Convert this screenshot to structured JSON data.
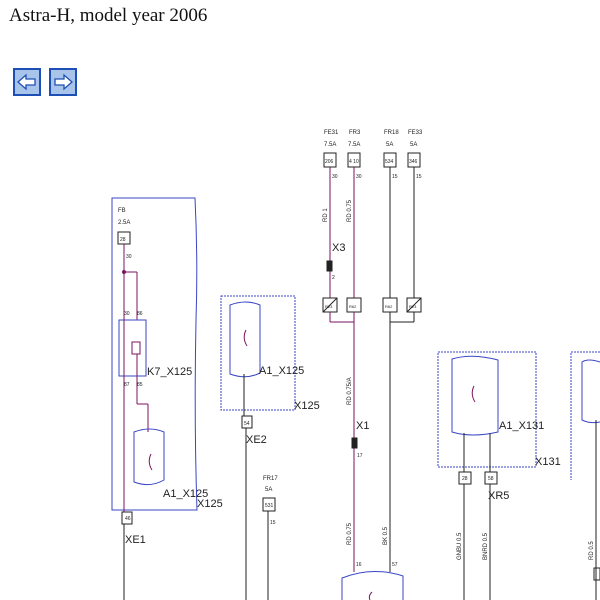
{
  "page": {
    "title": "Astra-H, model year 2006"
  },
  "nav": {
    "back_icon": "left-arrow-icon",
    "forward_icon": "right-arrow-icon"
  },
  "fuses": {
    "fb": {
      "label": "FB",
      "amp": "2.5A",
      "pin": "28",
      "pin_num": "30"
    },
    "fe31": {
      "label": "FE31",
      "amp": "7.5A",
      "pin": "206",
      "pin_num": "30"
    },
    "fr3": {
      "label": "FR3",
      "amp": "7.5A",
      "pin": "4 10",
      "pin_num": "30"
    },
    "fr18": {
      "label": "FR18",
      "amp": "5A",
      "pin": "534",
      "pin_num": "15"
    },
    "fe33": {
      "label": "FE33",
      "amp": "5A",
      "pin": "346",
      "pin_num": "15"
    },
    "fr17": {
      "label": "FR17",
      "amp": "5A",
      "pin": "531",
      "pin_num": "15"
    }
  },
  "wires": {
    "rd1": "RD 1",
    "rd075a": "RD 0.75",
    "rd075b": "RD 0.75/A",
    "rd075c": "RD 0.75",
    "bk05": "BK 0.5",
    "gnbu": "GNBU 0.5",
    "bnrd": "BNRD 0.5",
    "rd05": "RD 0.5"
  },
  "splices": {
    "x3": {
      "label": "X3",
      "pin": "2"
    },
    "x1": {
      "label": "X1",
      "pin": "17"
    },
    "s1": "R23",
    "s2": "R62",
    "s3": "R62",
    "s4": "R23"
  },
  "components": {
    "relay": {
      "label": "K7_X125",
      "p30": "30",
      "p86": "86",
      "p87": "87",
      "p85": "85"
    },
    "a1_x125_left": {
      "label": "A1_X125",
      "box": "X125"
    },
    "a1_x125_mid": {
      "label": "A1_X125",
      "box": "X125"
    },
    "a1_x131": {
      "label": "A1_X131",
      "box": "X131"
    }
  },
  "connectors": {
    "xe1": {
      "label": "XE1",
      "pin": "46"
    },
    "xe2": {
      "label": "XE2",
      "pin": "54"
    },
    "xr5": {
      "label": "XR5",
      "pin1": "28",
      "pin2": "58"
    },
    "bottom": {
      "pin1": "16",
      "pin2": "57"
    }
  }
}
